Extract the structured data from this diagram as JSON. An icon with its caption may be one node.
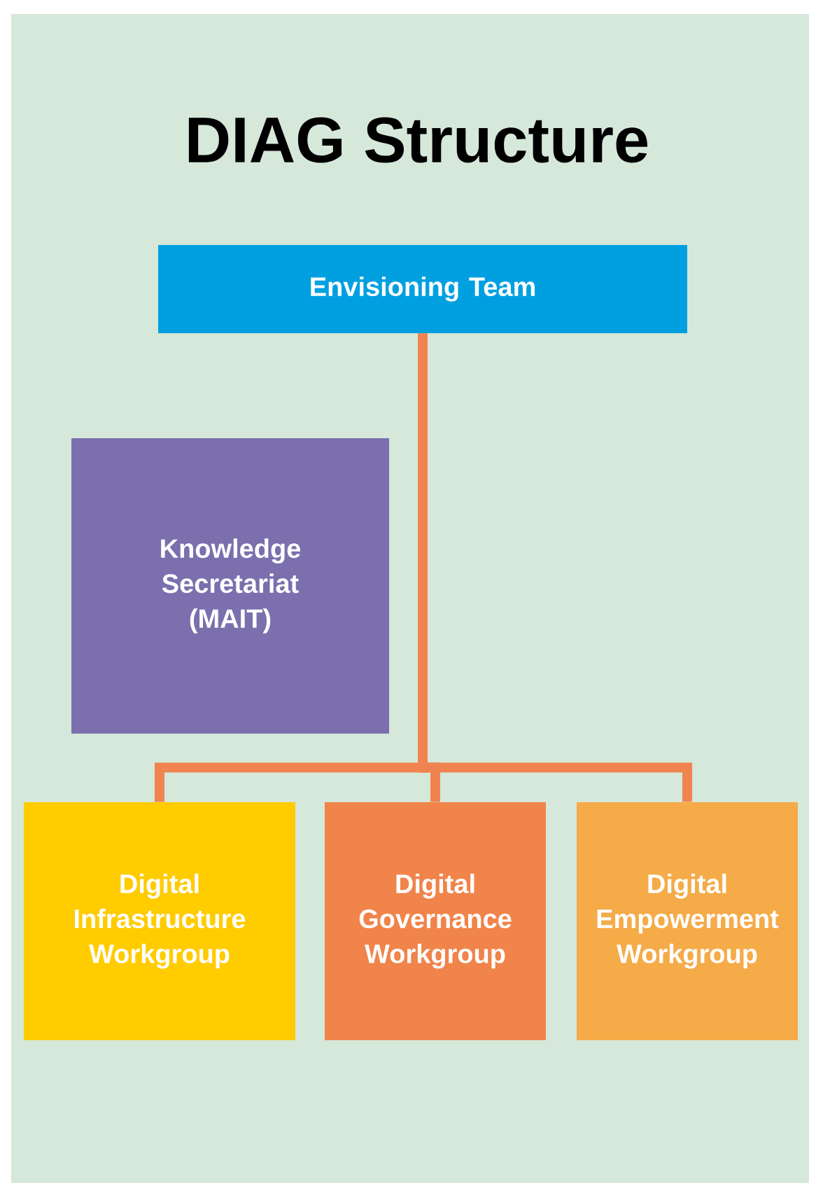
{
  "diagram": {
    "title": "DIAG Structure",
    "nodes": [
      {
        "text": [
          "Envisioning Team"
        ]
      },
      {
        "text": [
          "Knowledge Secretariat (MAIT)"
        ]
      },
      {
        "text": [
          "Digital Infrastructure Workgroup"
        ]
      },
      {
        "text": [
          "Digital Governance Workgroup"
        ]
      },
      {
        "text": [
          "Digital Empowerment Workgroup"
        ]
      }
    ],
    "edges": [
      {
        "from": 0,
        "to": 2,
        "arrow": "none"
      },
      {
        "from": 0,
        "to": 3,
        "arrow": "none"
      },
      {
        "from": 0,
        "to": 4,
        "arrow": "none"
      }
    ]
  }
}
